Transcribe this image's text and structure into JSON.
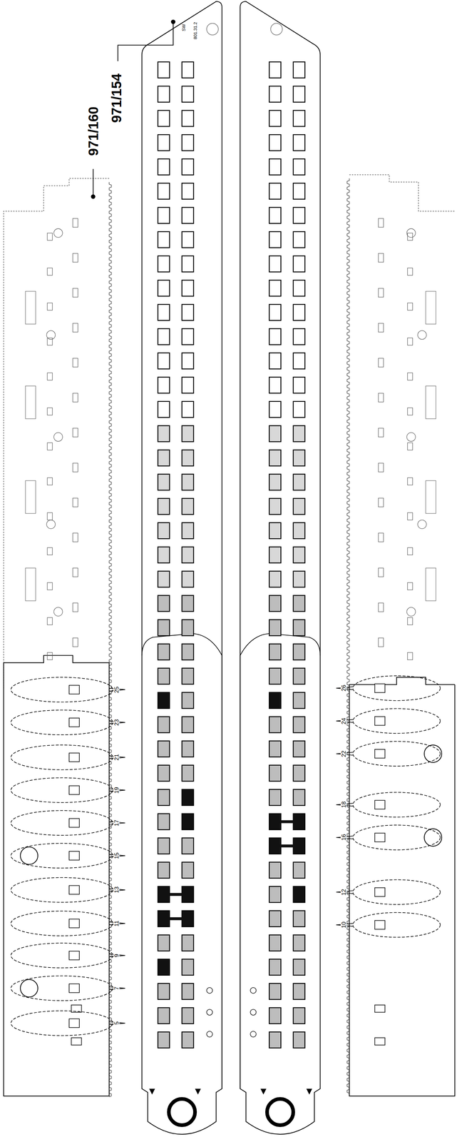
{
  "diagram": {
    "labels": [
      "971/160",
      "971/154",
      "SW",
      "801.31.2",
      "25",
      "23",
      "21",
      "19",
      "17",
      "15",
      "13",
      "11",
      "9",
      "7",
      "5",
      "26",
      "24",
      "22",
      "18",
      "16",
      "12",
      "10"
    ]
  }
}
